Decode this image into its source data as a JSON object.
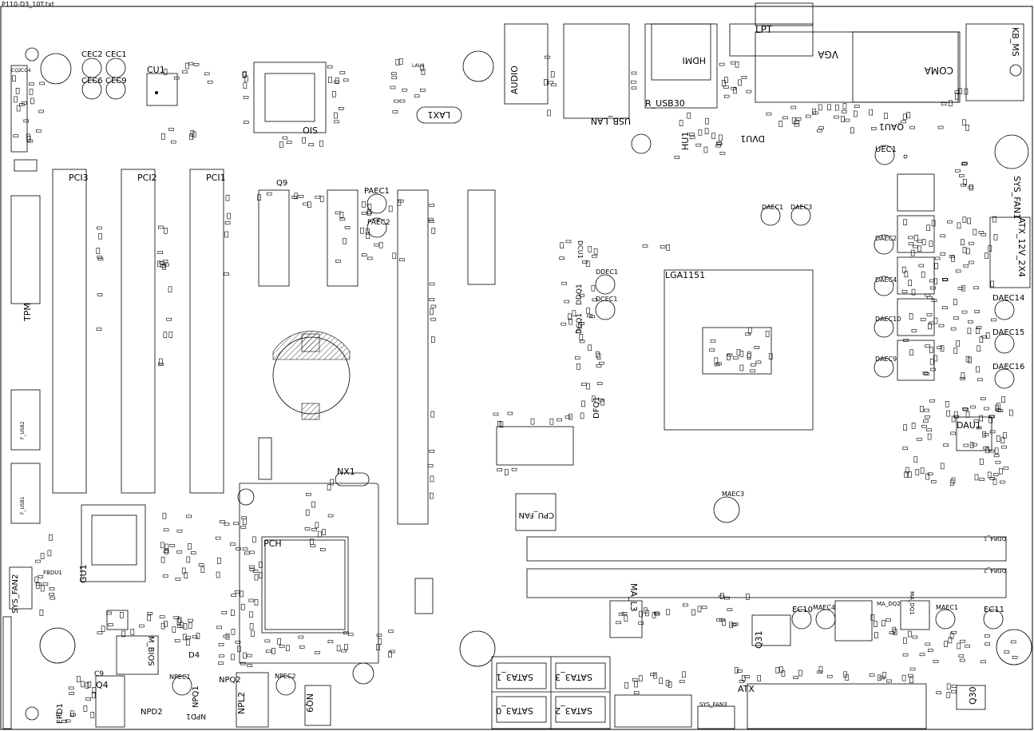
{
  "file_title": "P110-D3_10T.txt",
  "labels": {
    "pci3": "PCI3",
    "pci2": "PCI2",
    "pci1": "PCI1",
    "tpm": "TPM",
    "cec2": "CEC2",
    "cec1": "CEC1",
    "cec6": "CEC6",
    "cec9": "CEC9",
    "cu1": "CU1",
    "sio": "SIO",
    "cq2": "CQ2",
    "cq4": "CQ4",
    "lax1": "LAX1",
    "lau1": "LAU1",
    "audio": "AUDIO",
    "usb_lan": "USB_LAN",
    "r_usb30": "R_USB30",
    "hdmi": "HDMI",
    "hu1": "HU1",
    "dvu1": "DVU1",
    "lpt": "LPT",
    "vga": "VGA",
    "coma": "COMA",
    "kb_ms": "KB_MS",
    "qau1": "QAU1",
    "uec1": "UEC1",
    "q9": "Q9",
    "paec1": "PAEC1",
    "paec2": "PAEC2",
    "sys_fan1": "SYS_FAN1",
    "atx_12v_2x4": "ATX_12V_2X4",
    "daec1": "DAEC1",
    "daec3": "DAEC3",
    "daec2": "DAEC2",
    "daec4": "DAEC4",
    "daec10": "DAEC10",
    "daec9": "DAEC9",
    "daec14": "DAEC14",
    "daec15": "DAEC15",
    "daec16": "DAEC16",
    "lga1151": "LGA1151",
    "ddec1": "DDEC1",
    "ddq1": "DDQ1",
    "dcq1": "DCQ1",
    "dcec1": "DCEC1",
    "dcu1": "DCU1",
    "dfq1": "DFQ1",
    "dau1": "DAU1",
    "nx1": "NX1",
    "pch": "PCH",
    "cpu_fan": "CPU_FAN",
    "maec3": "MAEC3",
    "ddr4_1": "DDR4_1",
    "ddr4_2": "DDR4_2",
    "ma_l3": "MA_L3",
    "q31": "Q31",
    "ec10": "EC10",
    "maec4": "MAEC4",
    "maec1": "MAEC1",
    "ec11": "EC11",
    "ma_dq2": "MA_DQ2",
    "ma_dq1": "MA_DQ1",
    "atx": "ATX",
    "sys_fan3": "SYS_FAN3",
    "q30": "Q30",
    "sata3_1": "SATA3_1",
    "sata3_3": "SATA3_3",
    "sata3_0": "SATA3_0",
    "sata3_2": "SATA3_2",
    "gu1": "GU1",
    "sys_fan2": "SYS_FAN2",
    "fbdu1": "FBDU1",
    "m_bios": "M_BIOS",
    "d4": "D4",
    "q4": "Q4",
    "c9": "C9",
    "fpd1": "FPD1",
    "npd2": "NPD2",
    "npq1": "NPQ1",
    "npq2": "NPQ2",
    "npl2": "NPL2",
    "npec1": "NPEC1",
    "npec2": "NPEC2",
    "npd1": "NPD1",
    "nq9": "NQ9",
    "usb1": "F_USB1",
    "usb2": "F_USB2"
  }
}
